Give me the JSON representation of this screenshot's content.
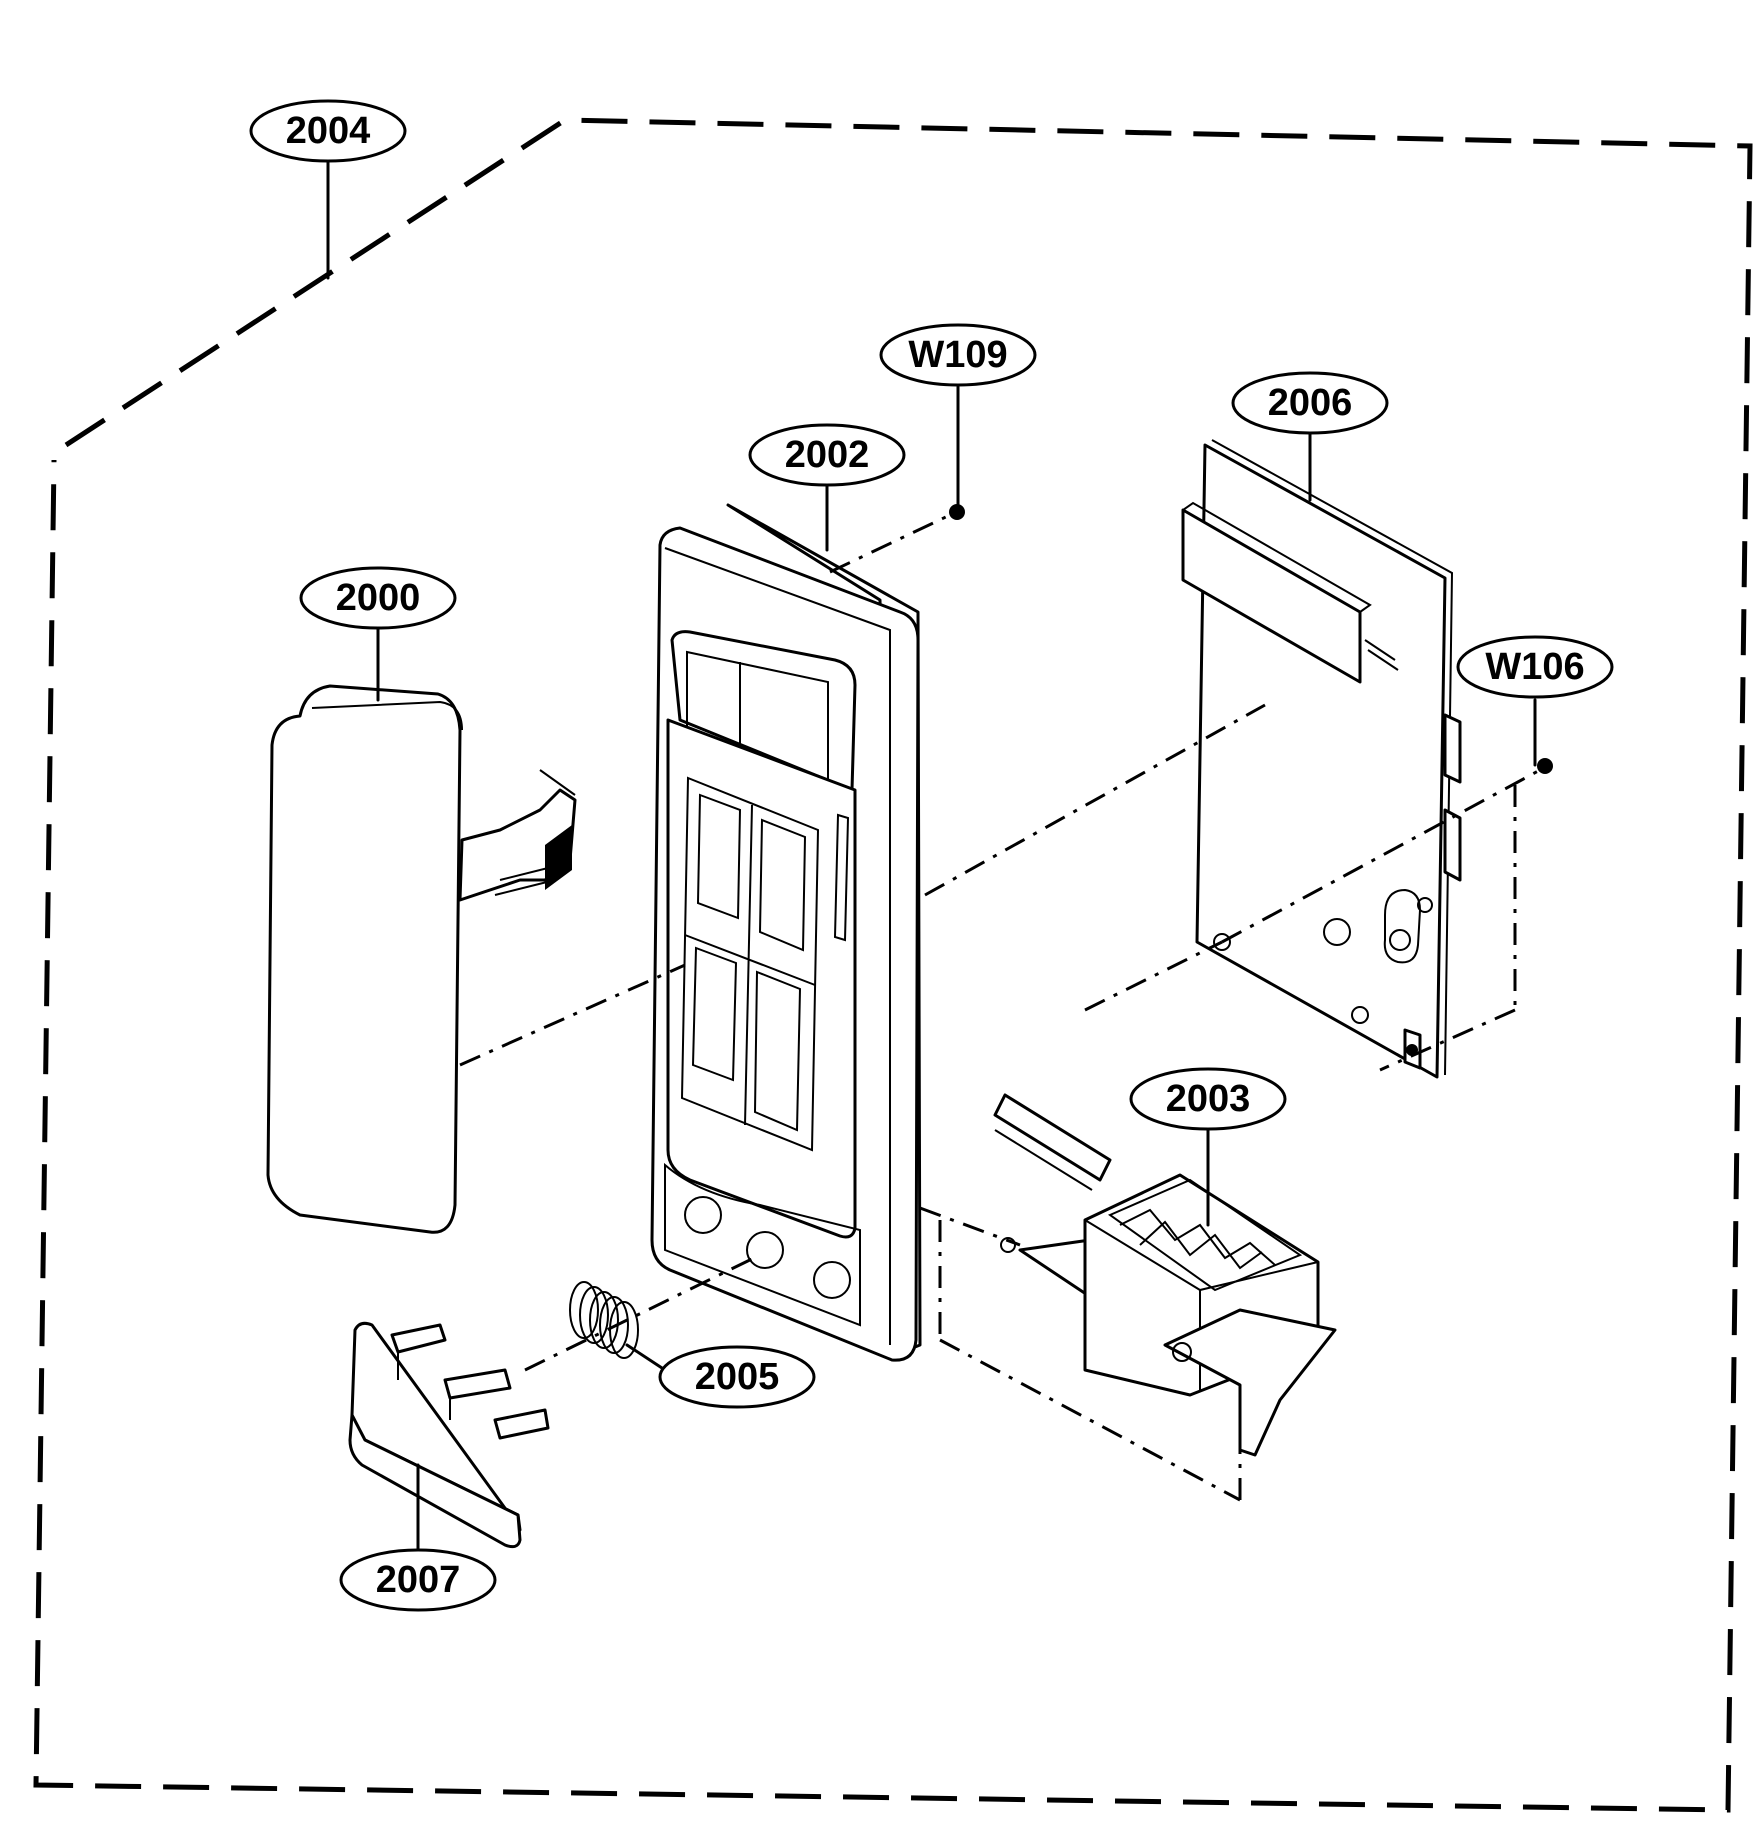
{
  "callouts": {
    "assembly": "2004",
    "screw_top": "W109",
    "control_panel": "2002",
    "pcb": "2006",
    "membrane": "2000",
    "screw_right": "W106",
    "latch_lever": "2003",
    "spring": "2005",
    "door_button": "2007"
  },
  "colors": {
    "ink": "#000000",
    "paper": "#ffffff"
  }
}
